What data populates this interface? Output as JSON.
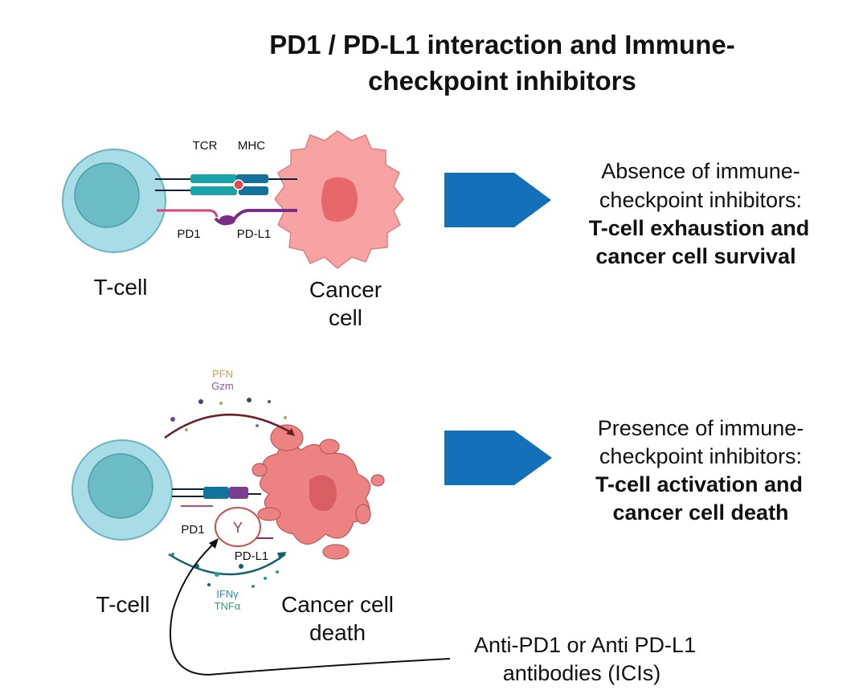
{
  "title": {
    "line1": "PD1 / PD-L1 interaction and Immune-",
    "line2": "checkpoint inhibitors"
  },
  "top_panel": {
    "tcr": "TCR",
    "mhc": "MHC",
    "pd1": "PD1",
    "pdl1": "PD-L1",
    "tcell": "T-cell",
    "cancer_line1": "Cancer",
    "cancer_line2": "cell",
    "result": {
      "line1": "Absence of immune-",
      "line2": "checkpoint inhibitors:",
      "bold1": "T-cell exhaustion and",
      "bold2": "cancer cell survival"
    }
  },
  "bottom_panel": {
    "pfn": "PFN",
    "gzm": "Gzm",
    "pd1": "PD1",
    "pdl1": "PD-L1",
    "ifn": "IFNγ",
    "tnf": "TNFα",
    "tcell": "T-cell",
    "cancer_line1": "Cancer cell",
    "cancer_line2": "death",
    "result": {
      "line1": "Presence of immune-",
      "line2": "checkpoint inhibitors:",
      "bold1": "T-cell activation and",
      "bold2": "cancer cell death"
    },
    "antibody_line1": "Anti-PD1 or Anti PD-L1",
    "antibody_line2": "antibodies (ICIs)"
  },
  "colors": {
    "arrow": "#1470b8",
    "tcell": "#a8dde8",
    "nucleus": "#6cbcc6",
    "cancer": "#f49a9a",
    "cancer_nucleus": "#e0666a"
  }
}
